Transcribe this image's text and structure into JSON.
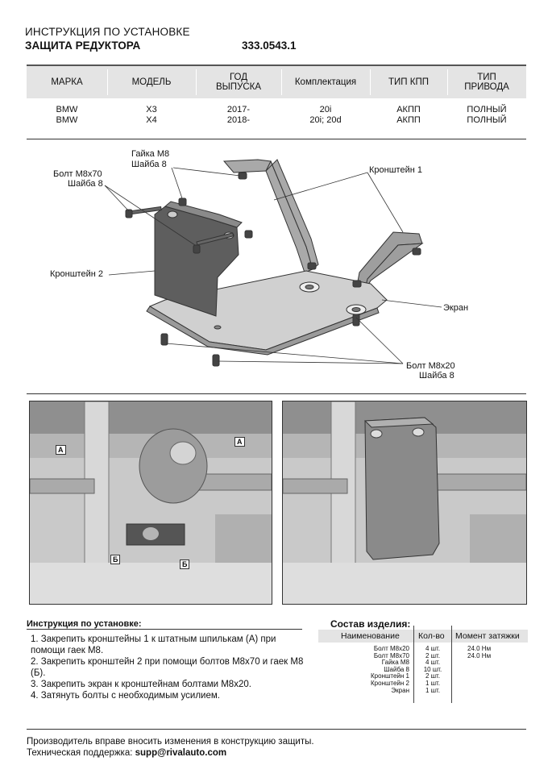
{
  "header": {
    "title": "ИНСТРУКЦИЯ ПО УСТАНОВКЕ",
    "product": "ЗАЩИТА РЕДУКТОРА",
    "code": "333.0543.1"
  },
  "vehicle_table": {
    "columns": [
      "МАРКА",
      "МОДЕЛЬ",
      "ГОД ВЫПУСКА",
      "Комплектация",
      "ТИП КПП",
      "ТИП ПРИВОДА"
    ],
    "rows": [
      [
        "BMW",
        "X3",
        "2017-",
        "20i",
        "АКПП",
        "ПОЛНЫЙ"
      ],
      [
        "BMW",
        "X4",
        "2018-",
        "20i; 20d",
        "АКПП",
        "ПОЛНЫЙ"
      ]
    ]
  },
  "diagram_labels": {
    "nut": "Гайка М8",
    "washer_top": "Шайба 8",
    "bolt_m8x70": "Болт М8х70",
    "washer_left": "Шайба 8",
    "bracket1": "Кронштейн 1",
    "bracket2": "Кронштейн 2",
    "screen": "Экран",
    "bolt_m8x20": "Болт М8х20",
    "washer_bottom": "Шайба 8"
  },
  "photo_labels": {
    "a": "А",
    "b": "Б"
  },
  "instructions": {
    "title": "Инструкция по установке:",
    "steps": [
      "1. Закрепить кронштейны 1 к штатным шпилькам (А) при помощи гаек М8.",
      "2. Закрепить кронштейн 2 при помощи болтов М8х70 и гаек М8 (Б).",
      "3. Закрепить экран к кронштейнам болтами М8х20.",
      "4. Затянуть болты с необходимым усилием."
    ]
  },
  "composition": {
    "title": "Состав изделия:",
    "headers": [
      "Наименование",
      "Кол-во",
      "Момент затяжки"
    ],
    "rows": [
      {
        "name": "Болт М8х20",
        "qty": "4 шт.",
        "torque": "24.0 Нм"
      },
      {
        "name": "Болт М8х70",
        "qty": "2 шт.",
        "torque": "24.0 Нм"
      },
      {
        "name": "Гайка М8",
        "qty": "4 шт.",
        "torque": ""
      },
      {
        "name": "Шайба 8",
        "qty": "10 шт.",
        "torque": ""
      },
      {
        "name": "Кронштейн 1",
        "qty": "2 шт.",
        "torque": ""
      },
      {
        "name": "Кронштейн 2",
        "qty": "1 шт.",
        "torque": ""
      },
      {
        "name": "Экран",
        "qty": "1 шт.",
        "torque": ""
      }
    ]
  },
  "footer": {
    "disclaimer": "Производитель вправе вносить изменения в конструкцию защиты.",
    "support_label": "Техническая поддержка:",
    "support_email": "supp@rivalauto.com"
  }
}
